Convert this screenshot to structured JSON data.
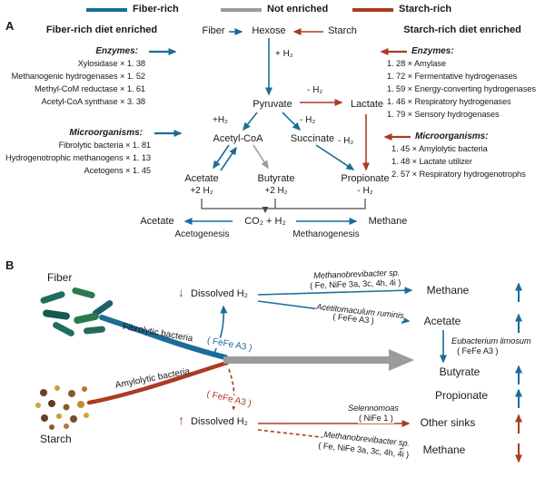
{
  "colors": {
    "fiber": "#1b6d99",
    "starch": "#ad3a21",
    "neutral": "#9b9b9b",
    "ink": "#1a1a1a"
  },
  "legend": {
    "fiber_rich": "Fiber-rich",
    "not_enriched": "Not enriched",
    "starch_rich": "Starch-rich"
  },
  "panelA": {
    "label": "A",
    "left": {
      "header": "Fiber-rich diet enriched",
      "enzymes_title": "Enzymes:",
      "enzymes": [
        "Xylosidase × 1. 38",
        "Methanogenic hydrogenases × 1. 52",
        "Methyl-CoM reductase × 1. 61",
        "Acetyl-CoA synthase × 3. 38"
      ],
      "microorganisms_title": "Microorganisms:",
      "microorganisms": [
        "Fibrolytic bacteria × 1. 81",
        "Hydrogenotrophic methanogens × 1. 13",
        "Acetogens × 1. 45"
      ]
    },
    "right": {
      "header": "Starch-rich diet enriched",
      "enzymes_title": "Enzymes:",
      "enzymes": [
        "1. 28 × Amylase",
        "1. 72 × Fermentative hydrogenases",
        "1. 59 × Energy-converting hydrogenases",
        "1. 46 × Respiratory hydrogenases",
        "1. 79 × Sensory hydrogenases"
      ],
      "microorganisms_title": "Microorganisms:",
      "microorganisms": [
        "1. 45 × Amylolytic bacteria",
        "1. 48 × Lactate utilizer",
        "2. 57 × Respiratory hydrogenotrophs"
      ]
    },
    "nodes": {
      "fiber": "Fiber",
      "hexose": "Hexose",
      "starch": "Starch",
      "pyruvate": "Pyruvate",
      "lactate": "Lactate",
      "acetyl_coa": "Acetyl-CoA",
      "succinate": "Succinate",
      "acetate": "Acetate",
      "butyrate": "Butyrate",
      "propionate": "Propionate",
      "acetate_bottom": "Acetate",
      "co2_h2": "CO₂ + H₂",
      "methane": "Methane"
    },
    "labels": {
      "plus_h2": "+ H₂",
      "plus_h2_tight": "+H₂",
      "minus_h2": "- H₂",
      "plus2_h2": "+2 H₂",
      "acetogenesis": "Acetogenesis",
      "methanogenesis": "Methanogenesis"
    }
  },
  "panelB": {
    "label": "B",
    "substrates": {
      "fiber": "Fiber",
      "starch": "Starch"
    },
    "guilds": {
      "fibrolytic": "Fibrolytic bacteria",
      "amylolytic": "Amylolytic bacteria",
      "fefe_a3_fiber": "( FeFe A3 )",
      "fefe_a3_starch": "( FeFe A3 )"
    },
    "h2_pools": {
      "decreased": {
        "arrow": "↓",
        "label": "Dissolved H₂"
      },
      "increased": {
        "arrow": "↑",
        "label": "Dissolved H₂"
      }
    },
    "organisms": {
      "methanobrevibacter_top": {
        "name": "Methanobrevibacter sp.",
        "genes": "( Fe, NiFe 3a, 3c, 4h, 4i )"
      },
      "acetitomaculum": {
        "name": "Acetitomaculum ruminis",
        "genes": "( FeFe A3 )"
      },
      "eubacterium": {
        "name": "Eubacterium limosum",
        "genes": "( FeFe A3 )"
      },
      "selenomonas": {
        "name": "Selennomoas",
        "genes": "( NiFe 1 )"
      },
      "methanobrevibacter_bottom": {
        "name": "Methanobrevibacter sp.",
        "genes": "( Fe, NiFe 3a, 3c, 4h, 4i )"
      }
    },
    "products": {
      "methane_top": "Methane",
      "acetate": "Acetate",
      "butyrate": "Butyrate",
      "propionate": "Propionate",
      "other_sinks": "Other sinks",
      "methane_bottom": "Methane"
    }
  }
}
